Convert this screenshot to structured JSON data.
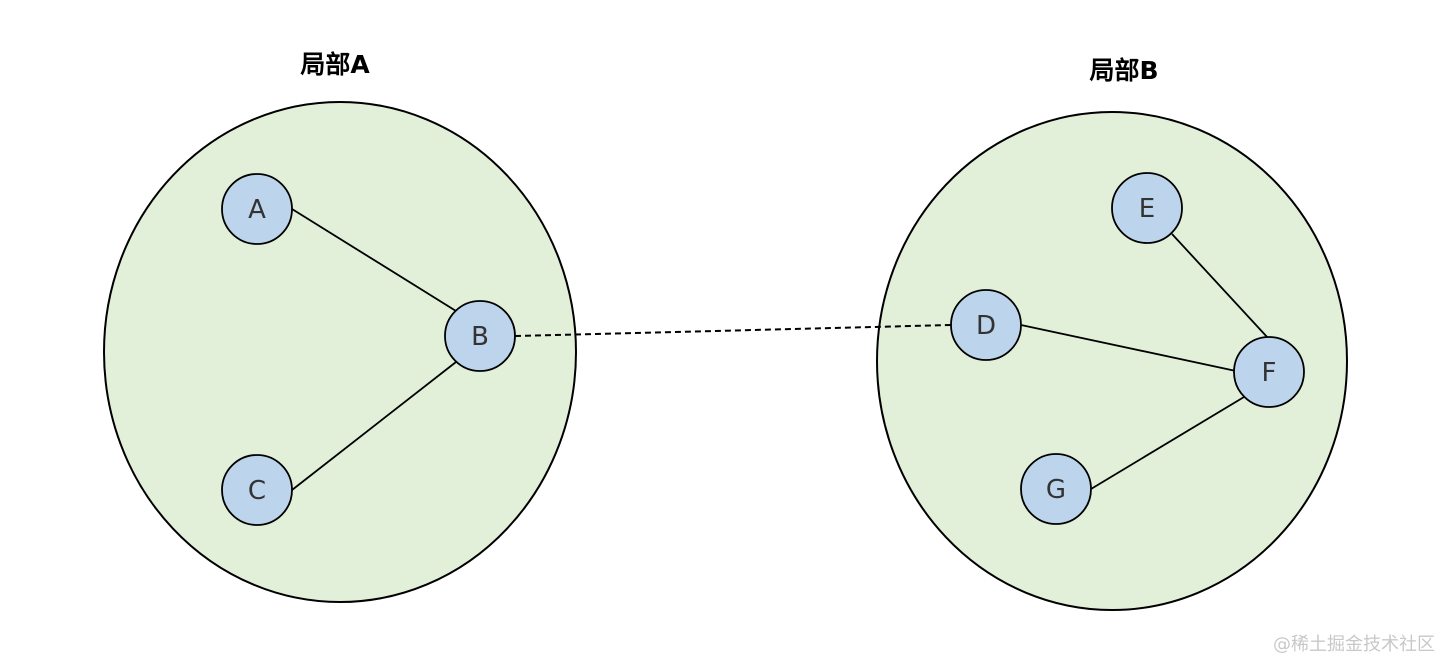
{
  "clusters": [
    {
      "id": "A",
      "title": "局部A"
    },
    {
      "id": "B",
      "title": "局部B"
    }
  ],
  "nodes": {
    "A": "A",
    "B": "B",
    "C": "C",
    "D": "D",
    "E": "E",
    "F": "F",
    "G": "G"
  },
  "edges": [
    {
      "from": "A",
      "to": "B",
      "style": "solid"
    },
    {
      "from": "C",
      "to": "B",
      "style": "solid"
    },
    {
      "from": "B",
      "to": "D",
      "style": "dashed"
    },
    {
      "from": "D",
      "to": "F",
      "style": "solid"
    },
    {
      "from": "E",
      "to": "F",
      "style": "solid"
    },
    {
      "from": "G",
      "to": "F",
      "style": "solid"
    }
  ],
  "colors": {
    "cluster_fill": "#e2efd9",
    "node_fill": "#bcd4ec",
    "stroke": "#000000"
  },
  "watermark": "@稀土掘金技术社区"
}
